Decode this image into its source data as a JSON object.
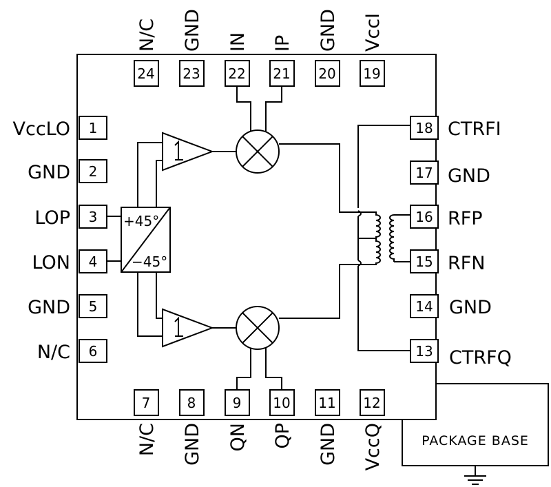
{
  "diagram": {
    "pins": {
      "left": [
        {
          "num": "1",
          "label": "VccLO"
        },
        {
          "num": "2",
          "label": "GND"
        },
        {
          "num": "3",
          "label": "LOP"
        },
        {
          "num": "4",
          "label": "LON"
        },
        {
          "num": "5",
          "label": "GND"
        },
        {
          "num": "6",
          "label": "N/C"
        }
      ],
      "right": [
        {
          "num": "18",
          "label": "CTRFI"
        },
        {
          "num": "17",
          "label": "GND"
        },
        {
          "num": "16",
          "label": "RFP"
        },
        {
          "num": "15",
          "label": "RFN"
        },
        {
          "num": "14",
          "label": "GND"
        },
        {
          "num": "13",
          "label": "CTRFQ"
        }
      ],
      "top": [
        {
          "num": "24",
          "label": "N/C"
        },
        {
          "num": "23",
          "label": "GND"
        },
        {
          "num": "22",
          "label": "IN"
        },
        {
          "num": "21",
          "label": "IP"
        },
        {
          "num": "20",
          "label": "GND"
        },
        {
          "num": "19",
          "label": "VccI"
        }
      ],
      "bottom": [
        {
          "num": "7",
          "label": "N/C"
        },
        {
          "num": "8",
          "label": "GND"
        },
        {
          "num": "9",
          "label": "QN"
        },
        {
          "num": "10",
          "label": "QP"
        },
        {
          "num": "11",
          "label": "GND"
        },
        {
          "num": "12",
          "label": "VccQ"
        }
      ]
    },
    "phase_shifter": {
      "plus": "+45°",
      "minus": "−45°"
    },
    "package_base": "PACKAGE BASE"
  }
}
